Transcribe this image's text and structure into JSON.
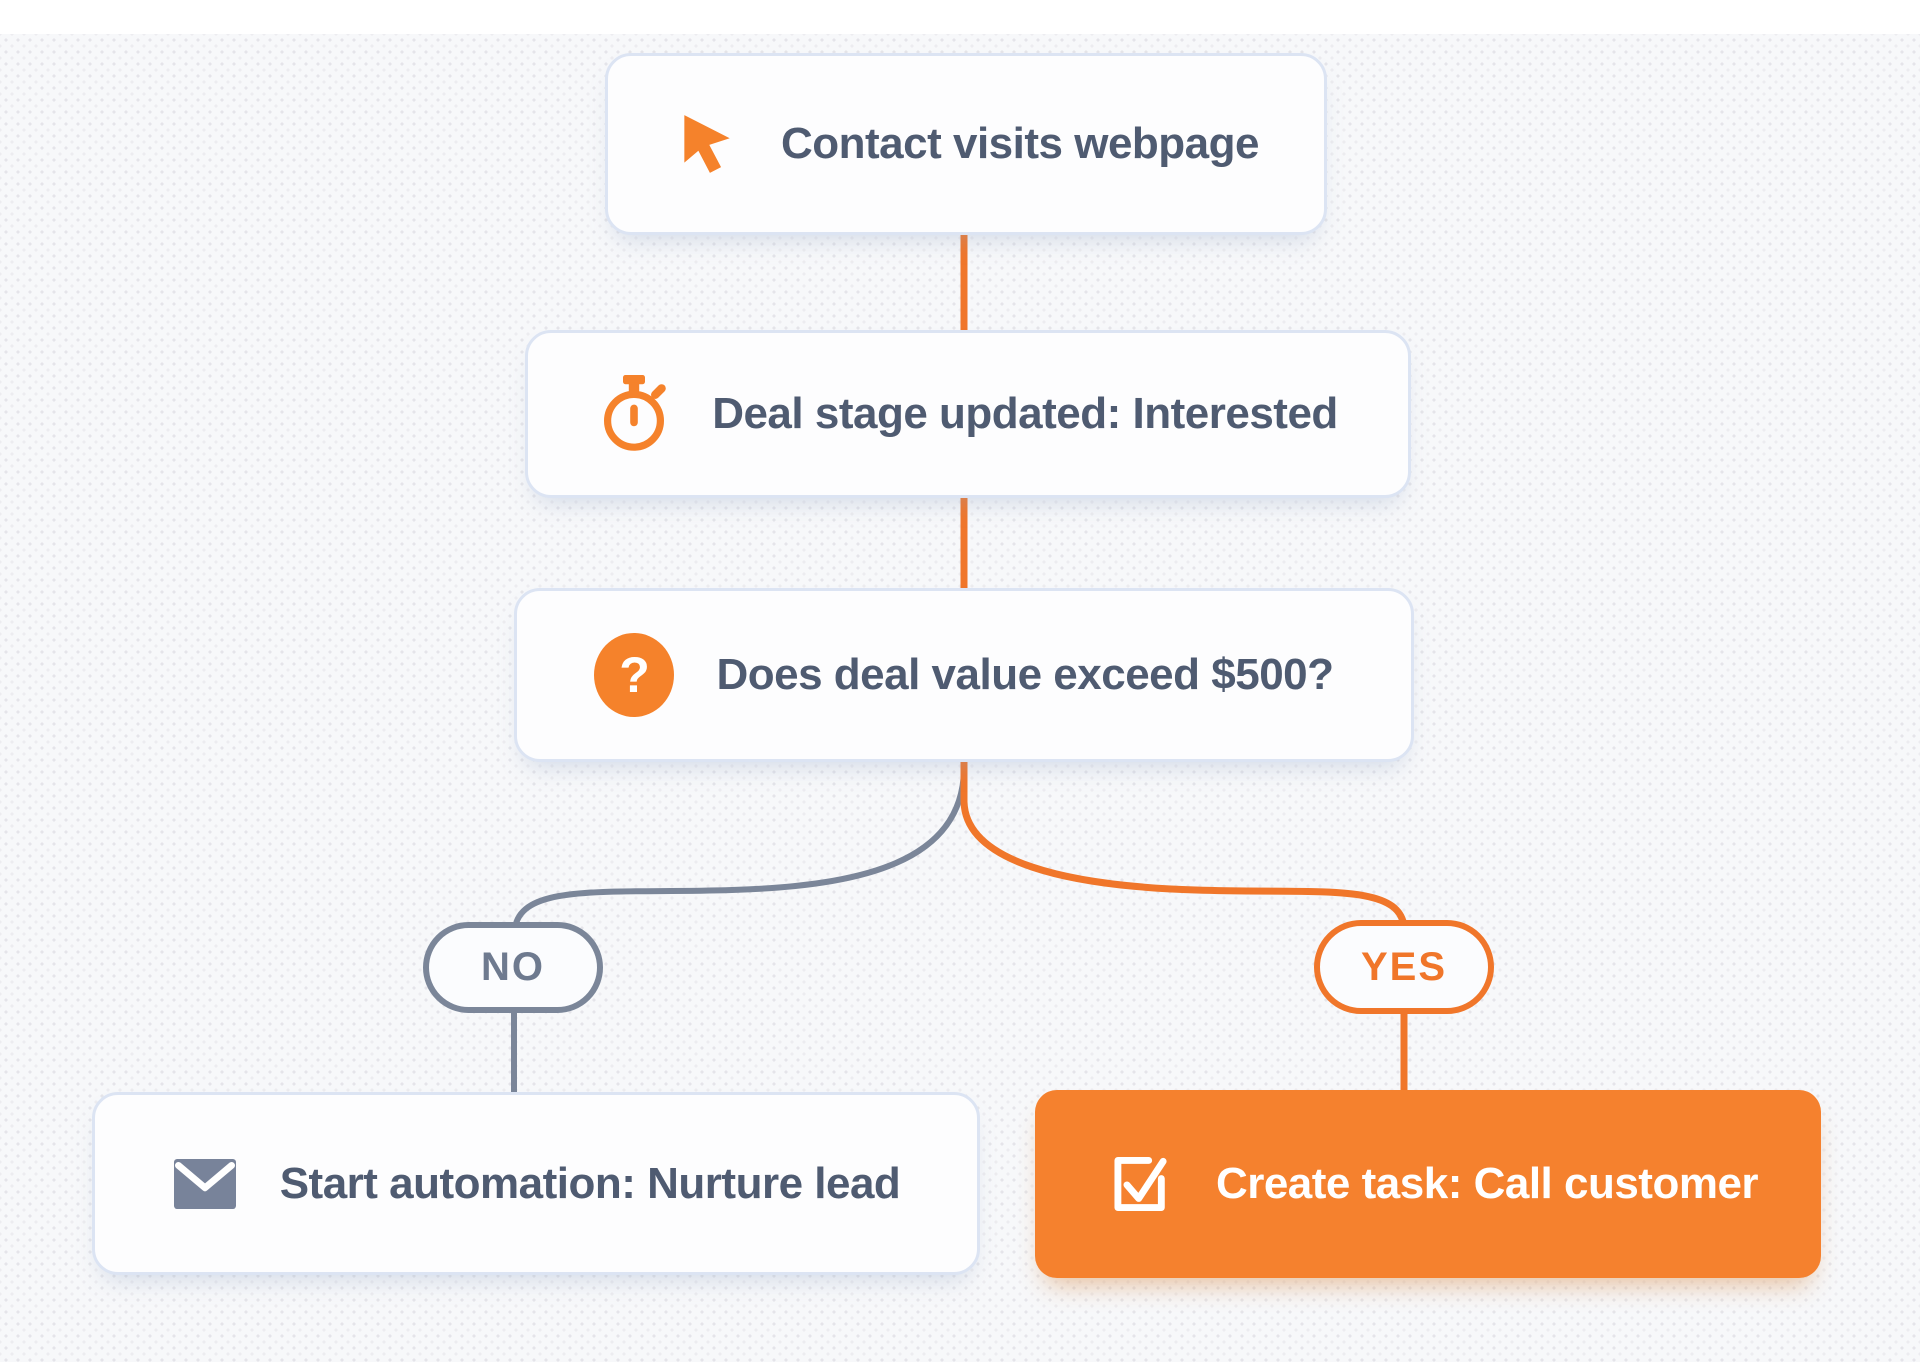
{
  "flow": {
    "nodes": [
      {
        "label": "Contact visits webpage",
        "icon": "cursor-icon",
        "type": "trigger"
      },
      {
        "label": "Deal stage updated: Interested",
        "icon": "stopwatch-icon",
        "type": "trigger"
      },
      {
        "label": "Does deal value exceed $500?",
        "icon": "question-icon",
        "type": "condition"
      },
      {
        "label": "Start automation: Nurture lead",
        "icon": "envelope-icon",
        "type": "action",
        "branch": "no"
      },
      {
        "label": "Create task: Call customer",
        "icon": "check-square-icon",
        "type": "action",
        "branch": "yes"
      }
    ],
    "branch_labels": {
      "no": "NO",
      "yes": "YES"
    },
    "question_glyph": "?"
  },
  "colors": {
    "accent_orange": "#F5812E",
    "connector_orange": "#F0762A",
    "slate_gray": "#7B8699",
    "label_text": "#4F5B71",
    "card_border": "#DCE4F3",
    "card_bg": "#FDFDFE",
    "yes_card_bg": "#F5812E",
    "yes_card_text": "#FFFFFF"
  }
}
